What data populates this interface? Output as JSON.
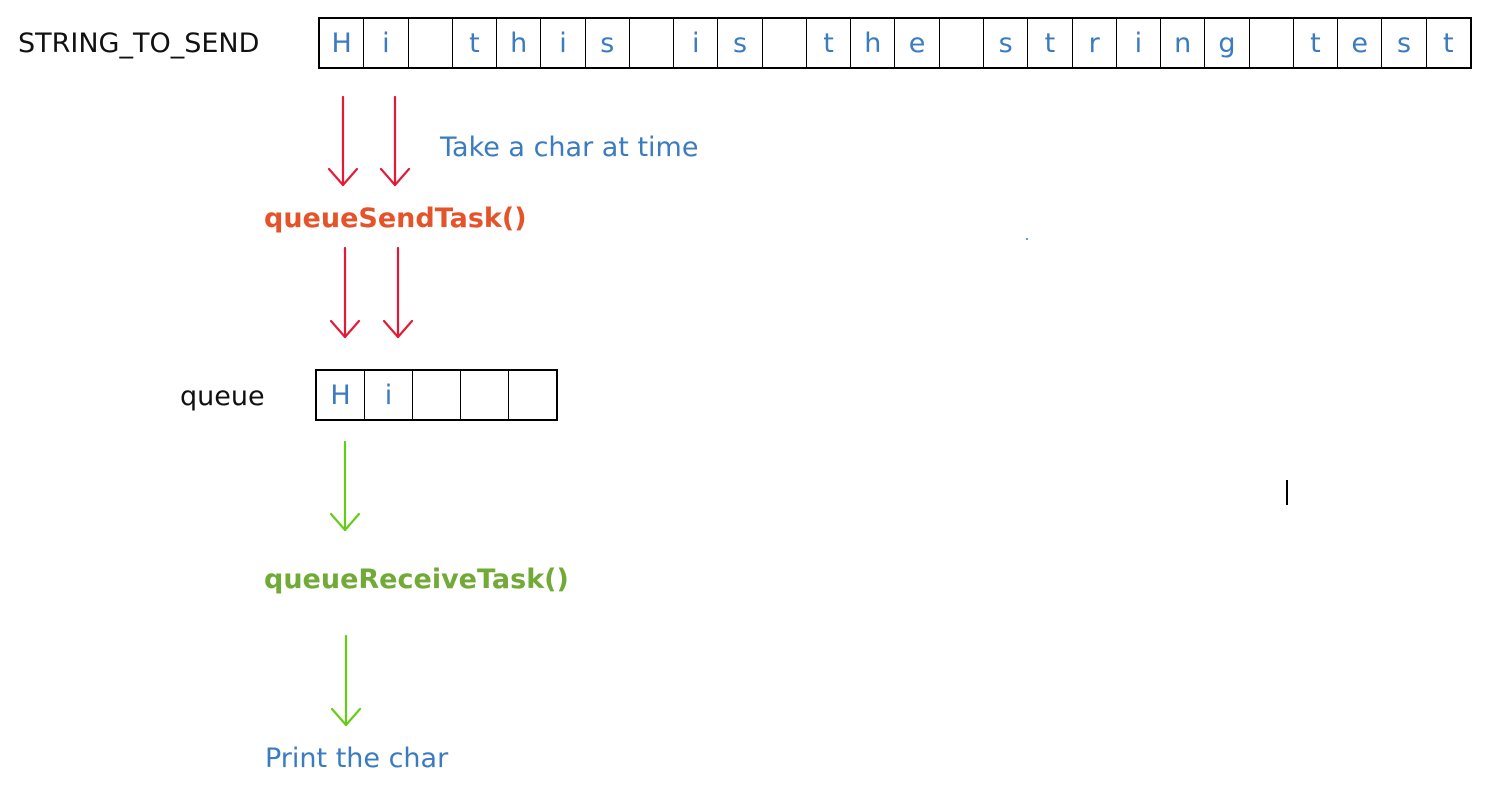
{
  "labels": {
    "string_to_send": "STRING_TO_SEND",
    "queue": "queue",
    "take_char": "Take a char at time",
    "send_task": "queueSendTask()",
    "receive_task": "queueReceiveTask()",
    "print_char": "Print the char"
  },
  "string_cells": [
    "H",
    "i",
    " ",
    "t",
    "h",
    "i",
    "s",
    " ",
    "i",
    "s",
    " ",
    "t",
    "h",
    "e",
    " ",
    "s",
    "t",
    "r",
    "i",
    "n",
    "g",
    " ",
    "t",
    "e",
    "s",
    "t"
  ],
  "queue_cells": [
    "H",
    "i",
    "",
    "",
    ""
  ],
  "colors": {
    "black": "#111111",
    "blue_text": "#3b7bbf",
    "orange": "#e4532a",
    "green_text": "#72aa38",
    "red_arrow": "#e31a37",
    "green_arrow": "#66cc14"
  }
}
